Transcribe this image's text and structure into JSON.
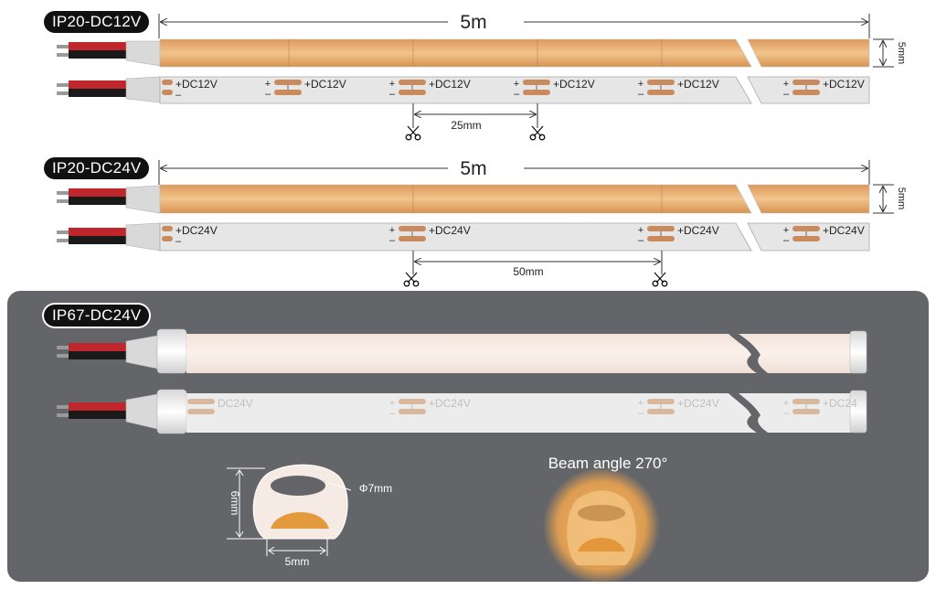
{
  "sections": [
    {
      "badge": "IP20-DC12V",
      "total_length": "5m",
      "width_label": "5mm",
      "pad_label": "+DC12V",
      "cut_spacing": "25mm"
    },
    {
      "badge": "IP20-DC24V",
      "total_length": "5m",
      "width_label": "5mm",
      "pad_label": "+DC24V",
      "cut_spacing": "50mm"
    },
    {
      "badge": "IP67-DC24V",
      "pad_label": "+DC24V",
      "pad_label_start": "DC24V",
      "pad_label_end": "+DC24"
    }
  ],
  "profile": {
    "height_label": "6mm",
    "diameter_label": "Φ7mm",
    "width_label": "5mm"
  },
  "beam": {
    "label": "Beam angle 270°"
  },
  "symbols": {
    "plus": "+",
    "minus": "–"
  },
  "colors": {
    "led_strip": "#e8a465",
    "led_strip_light": "#f4c896",
    "pcb": "#e6e6e6",
    "pad": "#c98a5e",
    "wire_red": "#c0272d",
    "wire_black": "#1a1a1a",
    "panel": "#646569",
    "silicone": "#f6e9e1",
    "glow": "#f0b05a"
  }
}
